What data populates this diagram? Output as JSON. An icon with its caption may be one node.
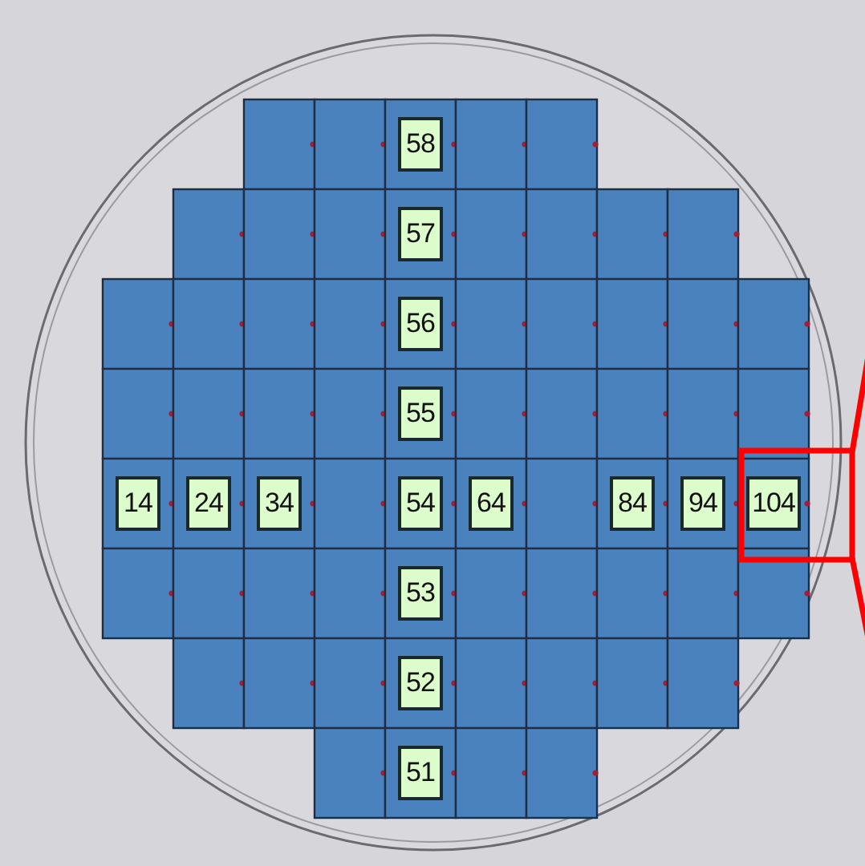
{
  "diagram": {
    "labels": [
      "58",
      "57",
      "56",
      "55",
      "14",
      "24",
      "34",
      "54",
      "64",
      "84",
      "94",
      "104",
      "53",
      "52",
      "51"
    ]
  }
}
